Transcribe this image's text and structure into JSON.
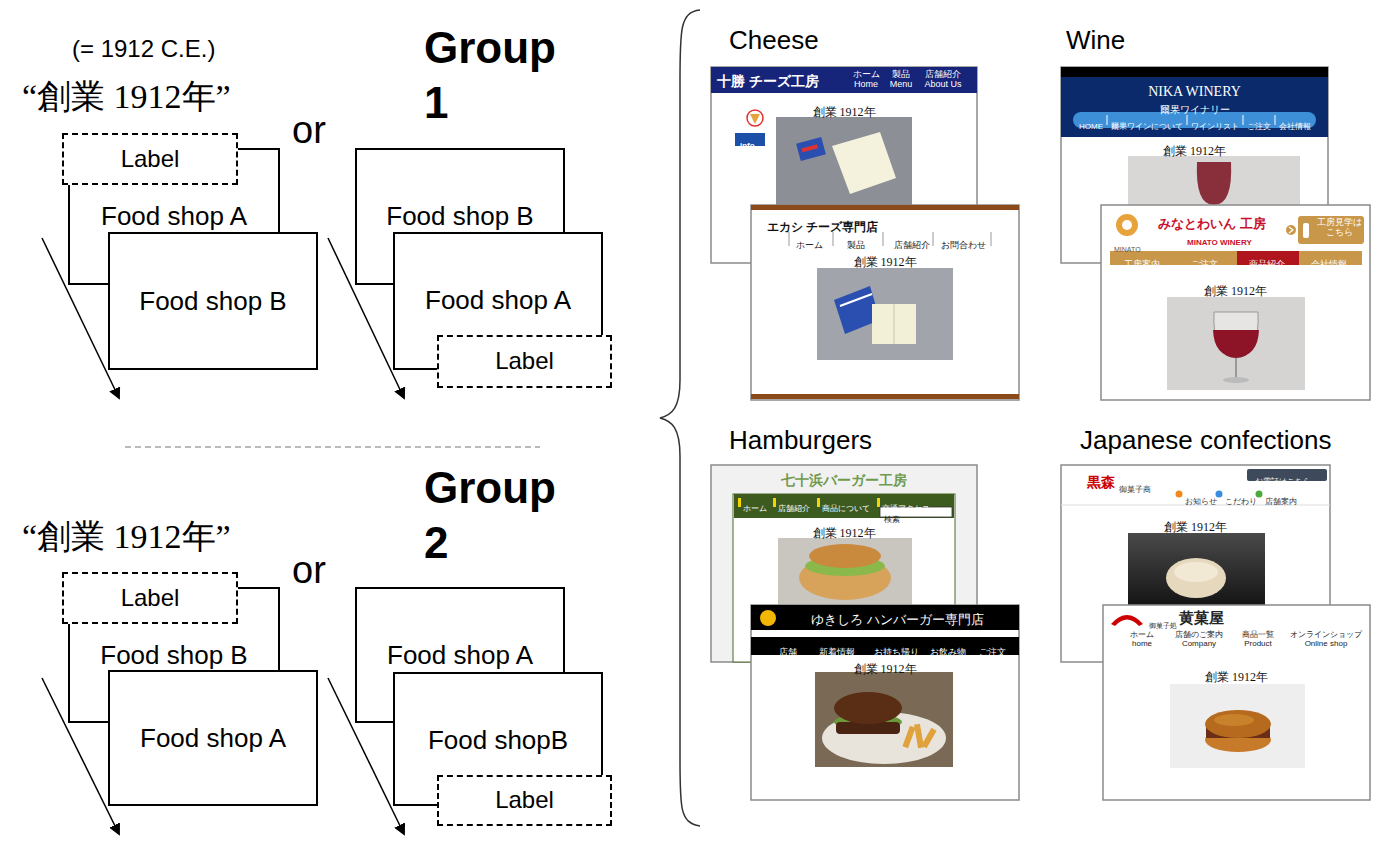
{
  "diagram": {
    "nodes": [
      {
        "text": [
          "Label"
        ]
      },
      {
        "text": [
          "Food shop A"
        ]
      },
      {
        "text": [
          "Food shop B"
        ]
      },
      {
        "text": [
          "Food shop B"
        ]
      },
      {
        "text": [
          "Food shop A"
        ]
      },
      {
        "text": [
          "Label"
        ]
      },
      {
        "text": [
          "Label"
        ]
      },
      {
        "text": [
          "Food shop B"
        ]
      },
      {
        "text": [
          "Food shop A"
        ]
      },
      {
        "text": [
          "Food shop A"
        ]
      },
      {
        "text": [
          "Food shopB"
        ]
      },
      {
        "text": [
          "Label"
        ]
      },
      {
        "text": [
          "十勝 チーズ工房",
          "ホーム Home",
          "製品 Menu",
          "店舗紹介 About Us",
          "info",
          "創業 1912年"
        ]
      },
      {
        "text": [
          "エカシ チーズ専門店",
          "ホーム",
          "製品",
          "店舗紹介",
          "お問合わせ",
          "創業 1912年"
        ]
      },
      {
        "text": [
          "NIKA WINERY",
          "爾果ワイナリー",
          "HOME",
          "爾果ワインについて",
          "ワインリスト",
          "ご注文",
          "会社情報",
          "創業 1912年"
        ]
      },
      {
        "text": [
          "MINATO",
          "みなとわいん 工房",
          "MINATO WINERY",
          "工房見学は こちら",
          "工房案内",
          "ご注文",
          "商品紹介",
          "会社情報",
          "創業 1912年"
        ]
      },
      {
        "text": [
          "七十浜バーガー工房",
          "ホーム",
          "店舗紹介",
          "商品について",
          "交通アクセス",
          "検索",
          "創業 1912年"
        ]
      },
      {
        "text": [
          "ゆきしろ ハンバーガー専門店",
          "店舗",
          "新着情報",
          "お持ち帰り",
          "お飲み物",
          "ご注文",
          "創業 1912年"
        ]
      },
      {
        "text": [
          "黒森",
          "御菓子商",
          "お電話はこちら",
          "お知らせ",
          "こだわり",
          "店舗案内",
          "創業 1912年"
        ]
      },
      {
        "text": [
          "御菓子処",
          "黄菓屋",
          "ホーム home",
          "店舗のご案内 Company",
          "商品一覧 Product",
          "オンラインショップ Online shop",
          "創業 1912年"
        ]
      }
    ],
    "labels": [
      "(= 1912 C.E.)",
      "“創業 1912年”",
      "Group 1",
      "or",
      "“創業 1912年”",
      "Group 2",
      "or",
      "Cheese",
      "Wine",
      "Hamburgers",
      "Japanese confections"
    ]
  }
}
